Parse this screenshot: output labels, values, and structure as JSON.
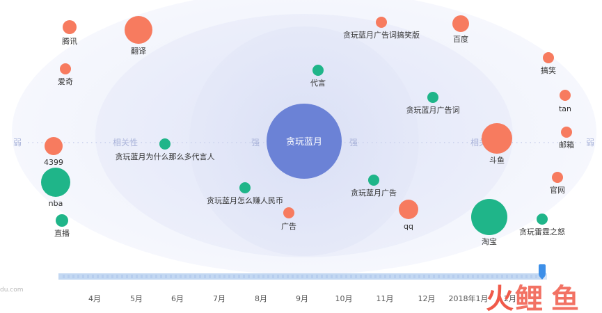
{
  "center": {
    "label": "贪玩蓝月",
    "color": "#6b82d6"
  },
  "axis": {
    "weak_left": "弱",
    "relevance_left": "相关性",
    "strong_left": "强",
    "strong_right": "强",
    "relevance_right": "相关",
    "weak_right": "弱"
  },
  "colors": {
    "search_source": "#f77b5f",
    "search_target": "#1fb589"
  },
  "nodes": [
    {
      "label": "腾讯",
      "group": "search_source"
    },
    {
      "label": "翻译",
      "group": "search_source"
    },
    {
      "label": "爱奇",
      "group": "search_source"
    },
    {
      "label": "4399",
      "group": "search_source"
    },
    {
      "label": "nba",
      "group": "search_target"
    },
    {
      "label": "直播",
      "group": "search_target"
    },
    {
      "label": "贪玩蓝月为什么那么多代言人",
      "group": "search_target"
    },
    {
      "label": "代言",
      "group": "search_target"
    },
    {
      "label": "贪玩蓝月怎么赚人民币",
      "group": "search_target"
    },
    {
      "label": "广告",
      "group": "search_source"
    },
    {
      "label": "贪玩蓝月广告词搞笑版",
      "group": "search_source"
    },
    {
      "label": "贪玩蓝月广告词",
      "group": "search_target"
    },
    {
      "label": "贪玩蓝月广告",
      "group": "search_target"
    },
    {
      "label": "qq",
      "group": "search_source"
    },
    {
      "label": "百度",
      "group": "search_source"
    },
    {
      "label": "斗鱼",
      "group": "search_source"
    },
    {
      "label": "淘宝",
      "group": "search_target"
    },
    {
      "label": "搞笑",
      "group": "search_source"
    },
    {
      "label": "tan",
      "group": "search_source"
    },
    {
      "label": "邮箱",
      "group": "search_source"
    },
    {
      "label": "官网",
      "group": "search_source"
    },
    {
      "label": "贪玩雷霆之怒",
      "group": "search_target"
    }
  ],
  "timeline": {
    "months": [
      "4月",
      "5月",
      "6月",
      "7月",
      "8月",
      "9月",
      "10月",
      "11月",
      "12月",
      "2018年1月",
      "2月"
    ],
    "position": 0.99
  },
  "watermark": {
    "left_text": "du.com"
  }
}
